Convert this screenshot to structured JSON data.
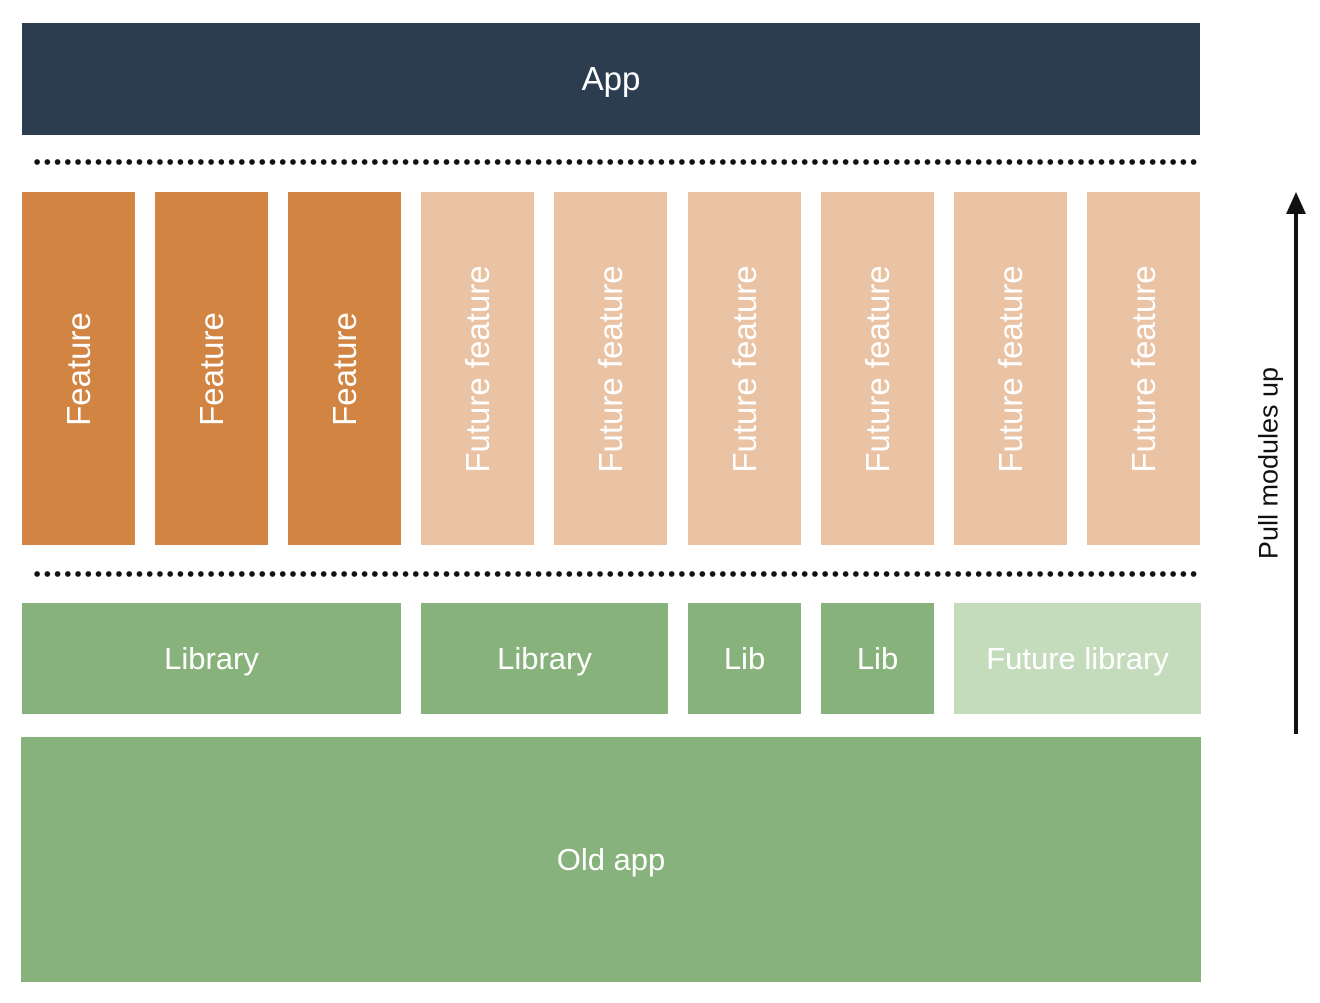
{
  "app": {
    "label": "App"
  },
  "features": [
    {
      "label": "Feature",
      "status": "current"
    },
    {
      "label": "Feature",
      "status": "current"
    },
    {
      "label": "Feature",
      "status": "current"
    },
    {
      "label": "Future feature",
      "status": "future"
    },
    {
      "label": "Future feature",
      "status": "future"
    },
    {
      "label": "Future feature",
      "status": "future"
    },
    {
      "label": "Future feature",
      "status": "future"
    },
    {
      "label": "Future feature",
      "status": "future"
    },
    {
      "label": "Future feature",
      "status": "future"
    }
  ],
  "libraries": [
    {
      "label": "Library",
      "status": "current"
    },
    {
      "label": "Library",
      "status": "current"
    },
    {
      "label": "Lib",
      "status": "current"
    },
    {
      "label": "Lib",
      "status": "current"
    },
    {
      "label": "Future library",
      "status": "future"
    }
  ],
  "old_app": {
    "label": "Old app"
  },
  "arrow": {
    "label": "Pull modules up",
    "direction": "up"
  },
  "colors": {
    "app": "#2d3d50",
    "feature": "#d28443",
    "future_feature": "#eac3a5",
    "library": "#88b27b",
    "future_library": "#c5dcbc",
    "old_app": "#88b27b",
    "separator": "#111111"
  }
}
